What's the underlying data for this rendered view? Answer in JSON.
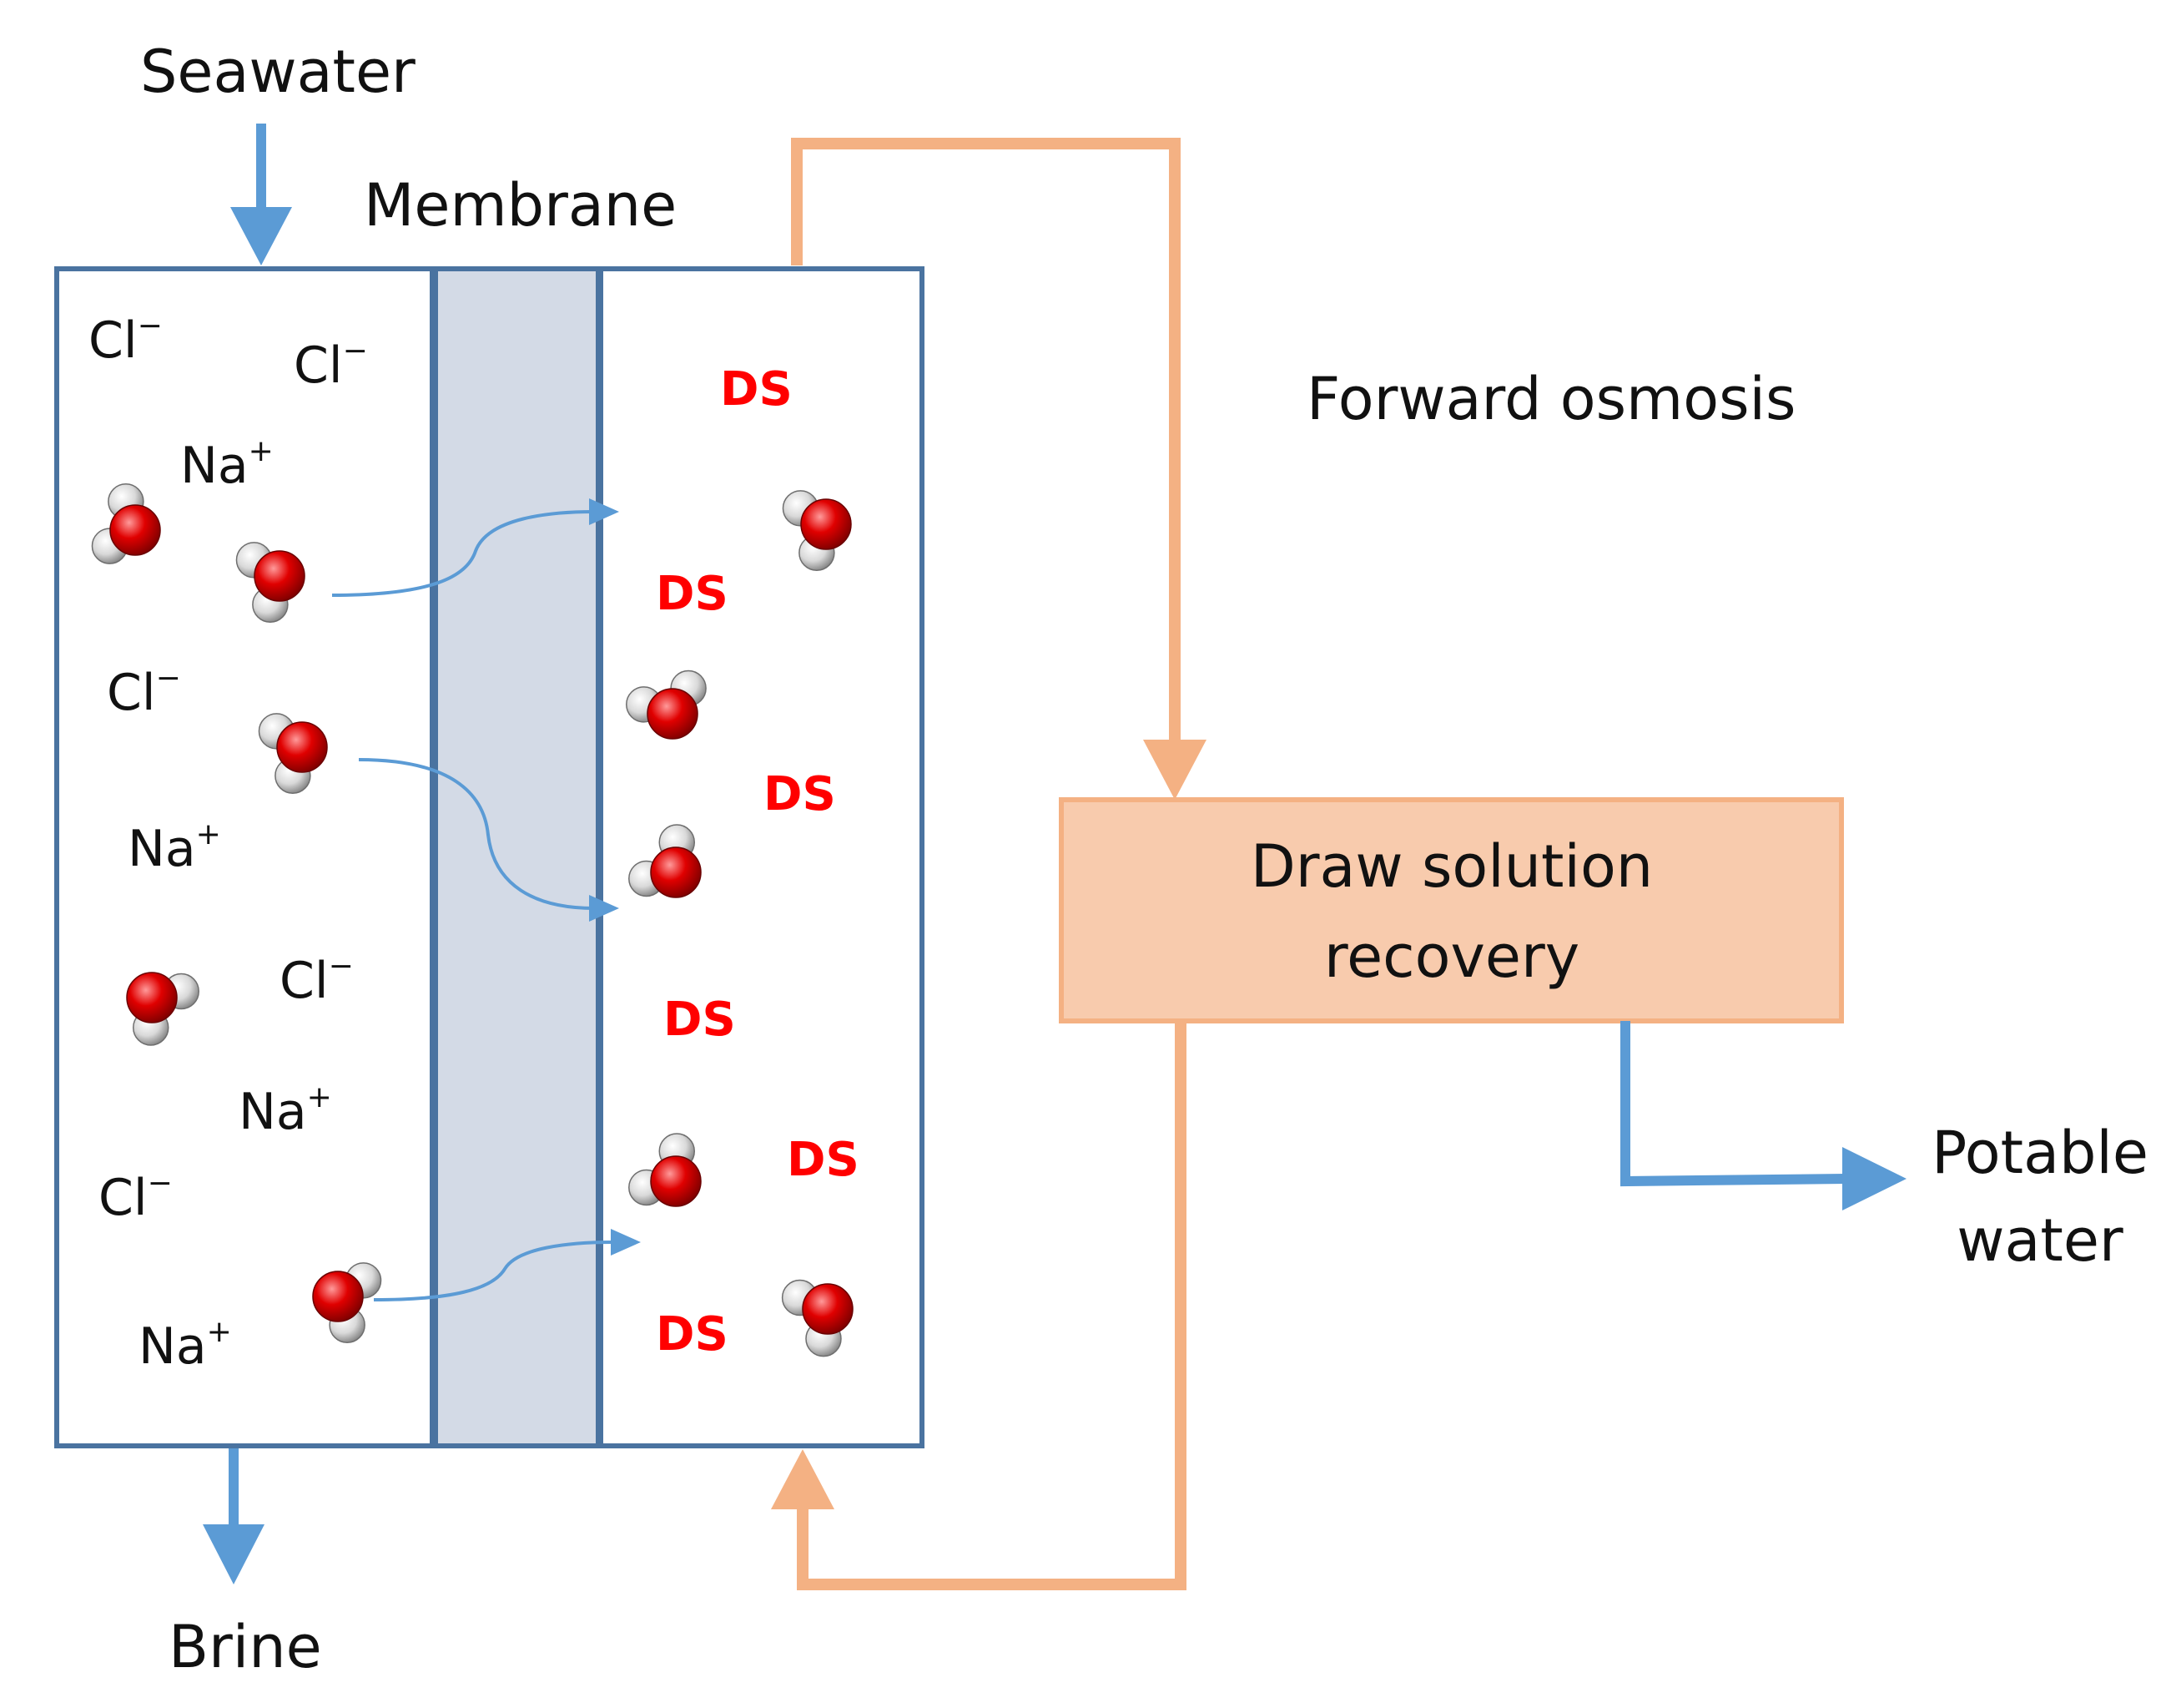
{
  "labels": {
    "seawater": "Seawater",
    "membrane": "Membrane",
    "forward_osmosis": "Forward osmosis",
    "brine": "Brine",
    "recovery_line1": "Draw solution",
    "recovery_line2": "recovery",
    "potable_line1": "Potable",
    "potable_line2": "water"
  },
  "feed_ions": [
    {
      "base": "Cl",
      "charge": "−"
    },
    {
      "base": "Cl",
      "charge": "−"
    },
    {
      "base": "Na",
      "charge": "+"
    },
    {
      "base": "Cl",
      "charge": "−"
    },
    {
      "base": "Na",
      "charge": "+"
    },
    {
      "base": "Cl",
      "charge": "−"
    },
    {
      "base": "Na",
      "charge": "+"
    },
    {
      "base": "Cl",
      "charge": "−"
    },
    {
      "base": "Na",
      "charge": "+"
    }
  ],
  "draw_labels": [
    "DS",
    "DS",
    "DS",
    "DS",
    "DS",
    "DS"
  ],
  "colors": {
    "chamber_border": "#4a73a0",
    "membrane_fill": "#d3dae6",
    "water_flow": "#5b9bd5",
    "draw_loop": "#f4b183",
    "recovery_box": "#f8cbad",
    "draw_solute": "#ff0000",
    "oxygen": "#e00000",
    "hydrogen": "#d9d9d9"
  }
}
